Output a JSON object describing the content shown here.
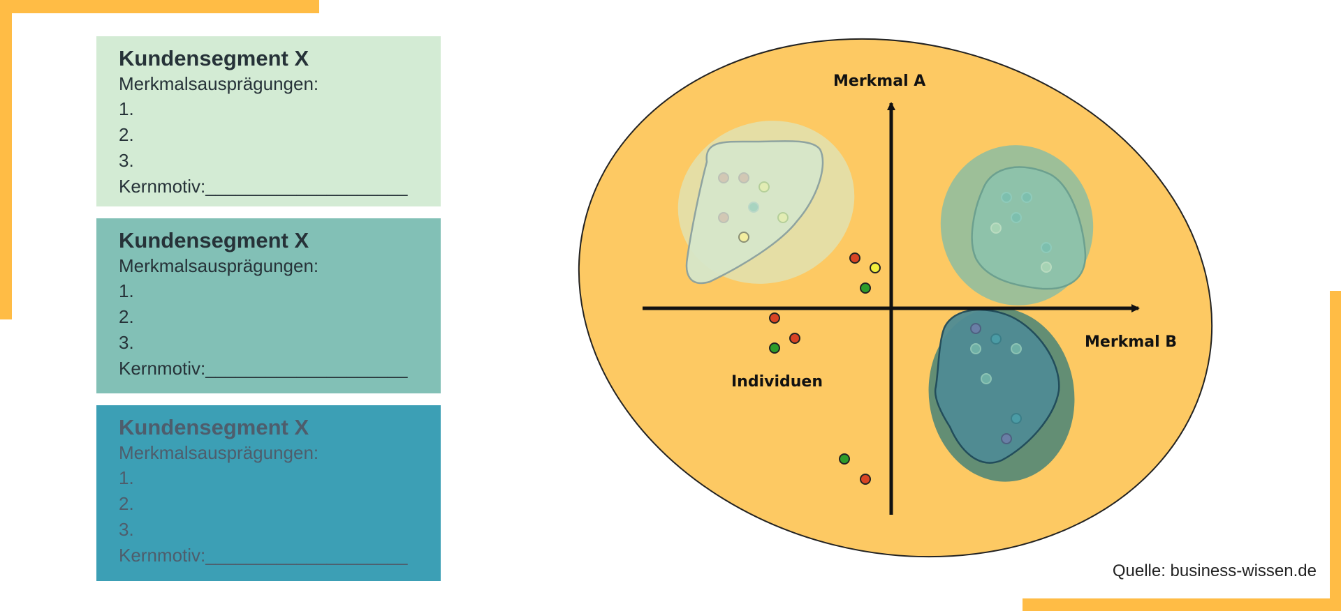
{
  "cards": [
    {
      "title": "Kundensegment X",
      "subtitle": "Merkmalsausprägungen:",
      "items": [
        "1.",
        "2.",
        "3."
      ],
      "core_motive": "Kernmotiv:____________________",
      "bg": "#d3ebd4",
      "text_color": "#263238"
    },
    {
      "title": "Kundensegment X",
      "subtitle": "Merkmalsausprägungen:",
      "items": [
        "1.",
        "2.",
        "3."
      ],
      "core_motive": "Kernmotiv:____________________",
      "bg": "#82c0b6",
      "text_color": "#263238"
    },
    {
      "title": "Kundensegment X",
      "subtitle": "Merkmalsausprägungen:",
      "items": [
        "1.",
        "2.",
        "3."
      ],
      "core_motive": "Kernmotiv:____________________",
      "bg": "#3c9fb5",
      "text_color": "#4e5d6c"
    }
  ],
  "diagram": {
    "axis_a_label": "Merkmal A",
    "axis_b_label": "Merkmal B",
    "individuals_label": "Individuen",
    "background_color": "#fdc963"
  },
  "source_text": "Quelle: business-wissen.de",
  "colors": {
    "accent": "#ffbc45",
    "dot_red": "#d94424",
    "dot_yellow": "#f3ef3c",
    "dot_green": "#2e9c2a"
  }
}
